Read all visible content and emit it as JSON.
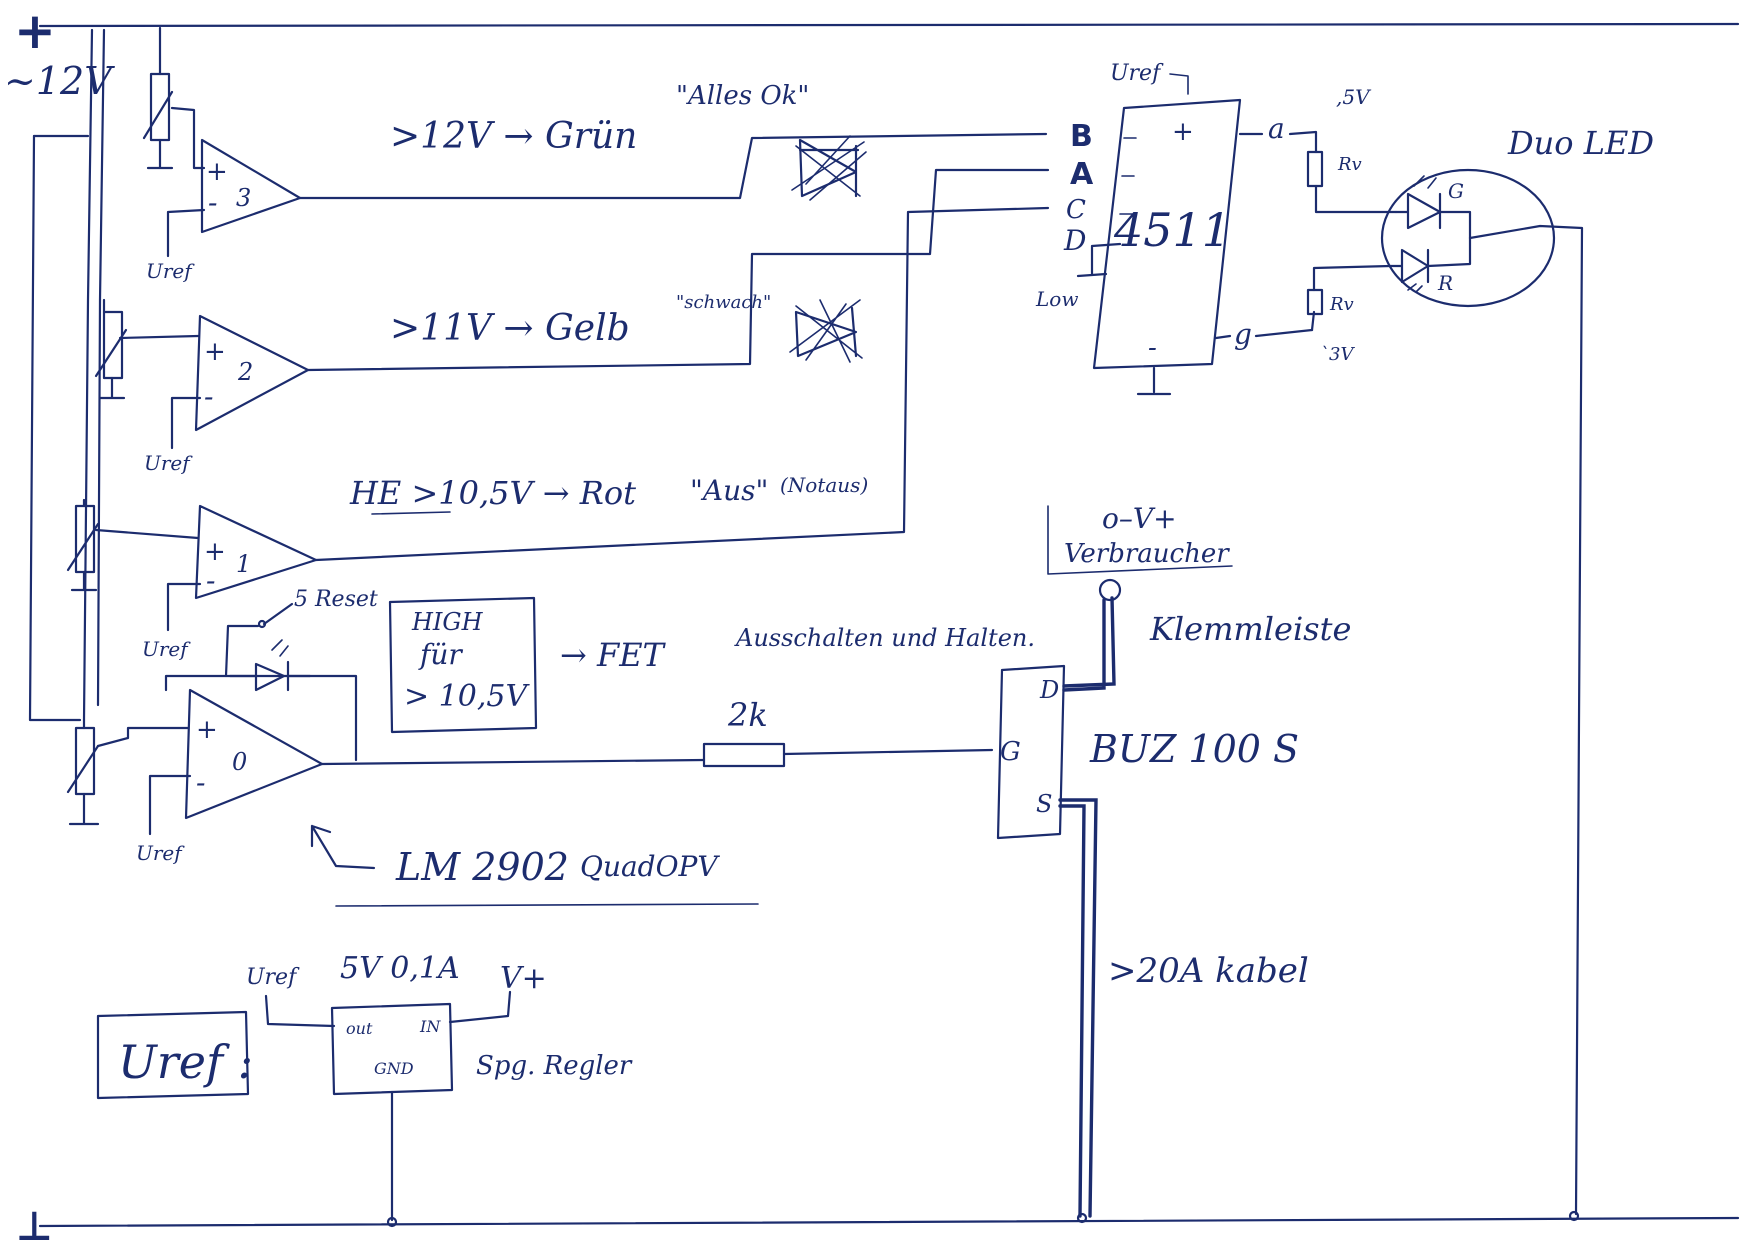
{
  "rails": {
    "plus": "+",
    "minus": "⊥",
    "voltage": "~12V"
  },
  "comparators": [
    {
      "number": "3",
      "plus": "+",
      "minus": "-",
      "ref": "Uref"
    },
    {
      "number": "2",
      "plus": "+",
      "minus": "-",
      "ref": "Uref"
    },
    {
      "number": "1",
      "plus": "+",
      "minus": "-",
      "ref": "Uref"
    },
    {
      "number": "0",
      "plus": "+",
      "minus": "-",
      "ref": "Uref"
    }
  ],
  "conditions": [
    {
      "text": ">12V  →  Grün",
      "quote": "\"Alles Ok\""
    },
    {
      "text": ">11V  →  Gelb",
      "quote": "\"schwach\""
    },
    {
      "text": "HE >10,5V  →  Rot",
      "quote": "\"Aus\"",
      "note": "(Notaus)"
    }
  ],
  "decoder": {
    "name": "4511",
    "ref": "Uref",
    "plus": "+",
    "minus": "-",
    "inputs": [
      "B",
      "A",
      "C",
      "D"
    ],
    "d_tie": "Low",
    "out_a": "a",
    "out_g": "g"
  },
  "resistors": {
    "rv_top": "Rv",
    "rv_bottom": "Rv",
    "top_v": ",5V",
    "bottom_v": "`3V",
    "gate": "2k"
  },
  "duo_led": {
    "title": "Duo LED",
    "green": "G",
    "red": "R"
  },
  "latch": {
    "reset": "5 Reset",
    "box_lines": [
      "HIGH",
      "für",
      "> 10,5V"
    ],
    "arrow_text": "→  FET",
    "action": "Ausschalten und Halten."
  },
  "load": {
    "vplus": "o–V+",
    "consumer": "Verbraucher",
    "terminal": "Klemmleiste"
  },
  "fet": {
    "name": "BUZ 100 S",
    "d": "D",
    "g": "G",
    "s": "S",
    "cable": ">20A  kabel"
  },
  "opamp_ic": {
    "name": "LM 2902",
    "type": "QuadOPV"
  },
  "regulator": {
    "label": "Uref :",
    "spec": "5V 0,1A",
    "out": "out",
    "in": "IN",
    "gnd": "GND",
    "uref": "Uref",
    "vplus": "V+",
    "desc": "Spg. Regler"
  }
}
